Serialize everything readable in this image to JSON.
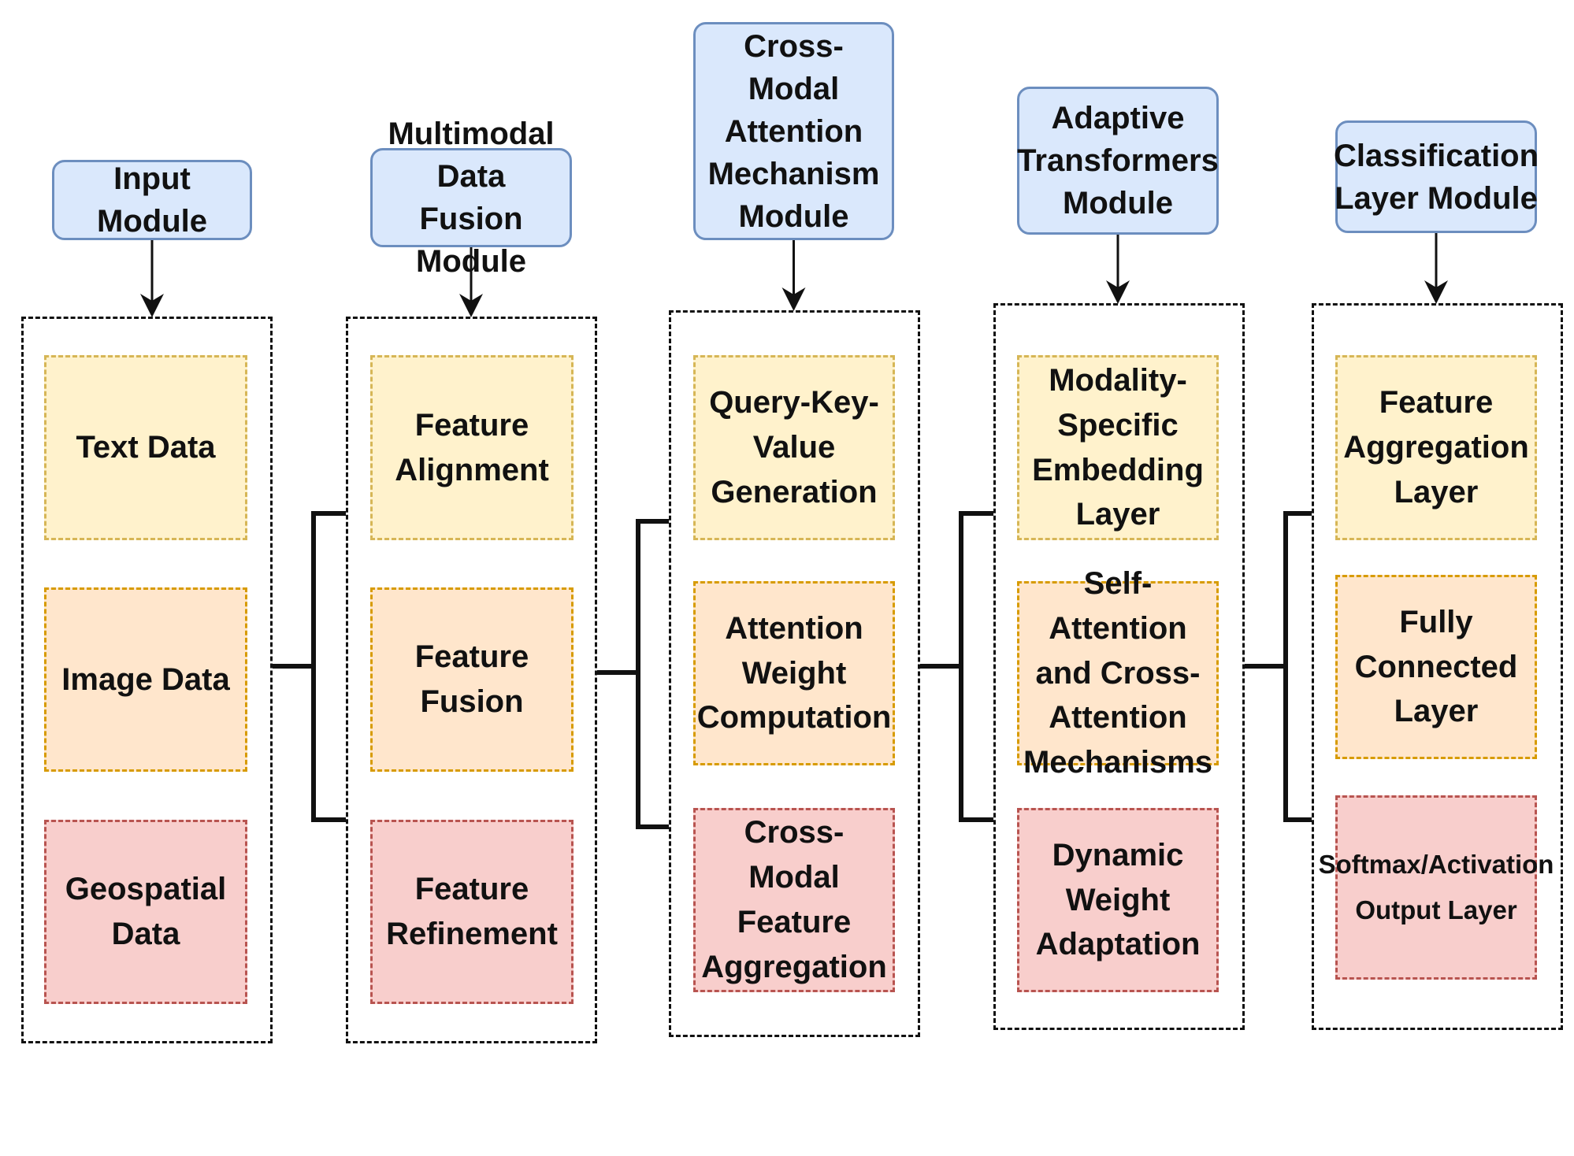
{
  "modules": [
    {
      "title": "Input Module",
      "items": [
        "Text Data",
        "Image Data",
        "Geospatial Data"
      ]
    },
    {
      "title": "Multimodal Data\nFusion Module",
      "items": [
        "Feature\nAlignment",
        "Feature Fusion",
        "Feature\nRefinement"
      ]
    },
    {
      "title": "Cross-Modal\nAttention\nMechanism\nModule",
      "items": [
        "Query-Key-Value\nGeneration",
        "Attention Weight\nComputation",
        "Cross-Modal\nFeature\nAggregation"
      ]
    },
    {
      "title": "Adaptive\nTransformers\nModule",
      "items": [
        "Modality-Specific\nEmbedding Layer",
        "Self-Attention\nand Cross-\nAttention\nMechanisms",
        "Dynamic Weight\nAdaptation"
      ]
    },
    {
      "title": "Classification\nLayer Module",
      "items": [
        "Feature\nAggregation\nLayer",
        "Fully Connected\nLayer",
        "Softmax/Activation\nOutput Layer"
      ]
    }
  ],
  "colors": {
    "header_fill": "#dae8fc",
    "header_stroke": "#6c8ebf",
    "item_fills": [
      "#fff2cc",
      "#ffe6cc",
      "#f8cecc"
    ],
    "item_strokes": [
      "#d6b656",
      "#d79b00",
      "#b85450"
    ],
    "line": "#111111"
  }
}
